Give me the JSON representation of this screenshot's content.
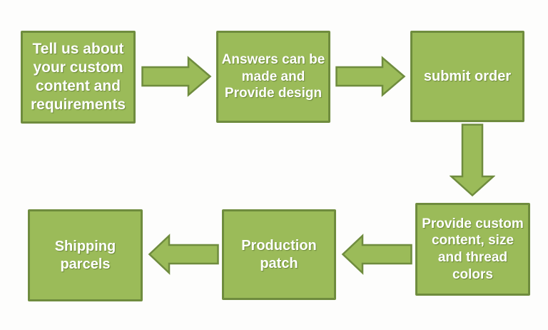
{
  "diagram": {
    "type": "flowchart",
    "colors": {
      "box_fill": "#9bbb59",
      "box_border": "#6f8c3e",
      "text": "#ffffff",
      "background": "#fdfdfc"
    },
    "steps": [
      {
        "id": 1,
        "label": "Tell us about\nyour custom\ncontent and\nrequirements"
      },
      {
        "id": 2,
        "label": "Answers can be\nmade and\nProvide design"
      },
      {
        "id": 3,
        "label": "submit order"
      },
      {
        "id": 4,
        "label": "Provide custom\ncontent, size\nand thread\ncolors"
      },
      {
        "id": 5,
        "label": "Production\npatch"
      },
      {
        "id": 6,
        "label": "Shipping\nparcels"
      }
    ],
    "flow": [
      {
        "from": 1,
        "to": 2,
        "direction": "right"
      },
      {
        "from": 2,
        "to": 3,
        "direction": "right"
      },
      {
        "from": 3,
        "to": 4,
        "direction": "down"
      },
      {
        "from": 4,
        "to": 5,
        "direction": "left"
      },
      {
        "from": 5,
        "to": 6,
        "direction": "left"
      }
    ]
  }
}
